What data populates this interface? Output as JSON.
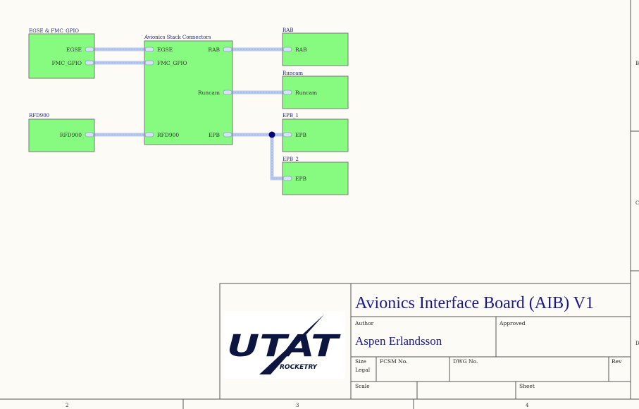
{
  "sheets": [
    {
      "id": "egse",
      "name": "EGSE & FMC_GPIO",
      "ports": [
        "EGSE",
        "FMC_GPIO"
      ]
    },
    {
      "id": "rfd",
      "name": "RFD900",
      "ports": [
        "RFD900"
      ]
    },
    {
      "id": "stack",
      "name": "Avionics Stack Connectors",
      "left_ports": [
        "EGSE",
        "FMC_GPIO",
        "RFD900"
      ],
      "right_ports": [
        "RAB",
        "Runcam",
        "EPB"
      ]
    },
    {
      "id": "rab",
      "name": "RAB",
      "ports": [
        "RAB"
      ]
    },
    {
      "id": "runcam",
      "name": "Runcam",
      "ports": [
        "Runcam"
      ]
    },
    {
      "id": "epb1",
      "name": "EPB_1",
      "ports": [
        "EPB"
      ]
    },
    {
      "id": "epb2",
      "name": "EPB_2",
      "ports": [
        "EPB"
      ]
    }
  ],
  "title_block": {
    "title": "Avionics Interface Board (AIB) V1",
    "author_label": "Author",
    "author": "Aspen Erlandsson",
    "approved_label": "Approved",
    "size_label": "Size",
    "size_value": "Legal",
    "fcsm_label": "FCSM No.",
    "dwg_label": "DWG No.",
    "rev_label": "Rev",
    "scale_label": "Scale",
    "sheet_label": "Sheet",
    "logo_main": "UTAT",
    "logo_sub": "ROCKETRY"
  },
  "zones": {
    "bottom": [
      "2",
      "3",
      "4"
    ],
    "right": [
      "B",
      "C",
      "D"
    ]
  },
  "colors": {
    "sheet_fill": "#86fb7f",
    "sheet_border": "#7a7a7a",
    "bus": "#b8c8f0",
    "junction": "#00007a",
    "title_text": "#1a1a8c"
  }
}
